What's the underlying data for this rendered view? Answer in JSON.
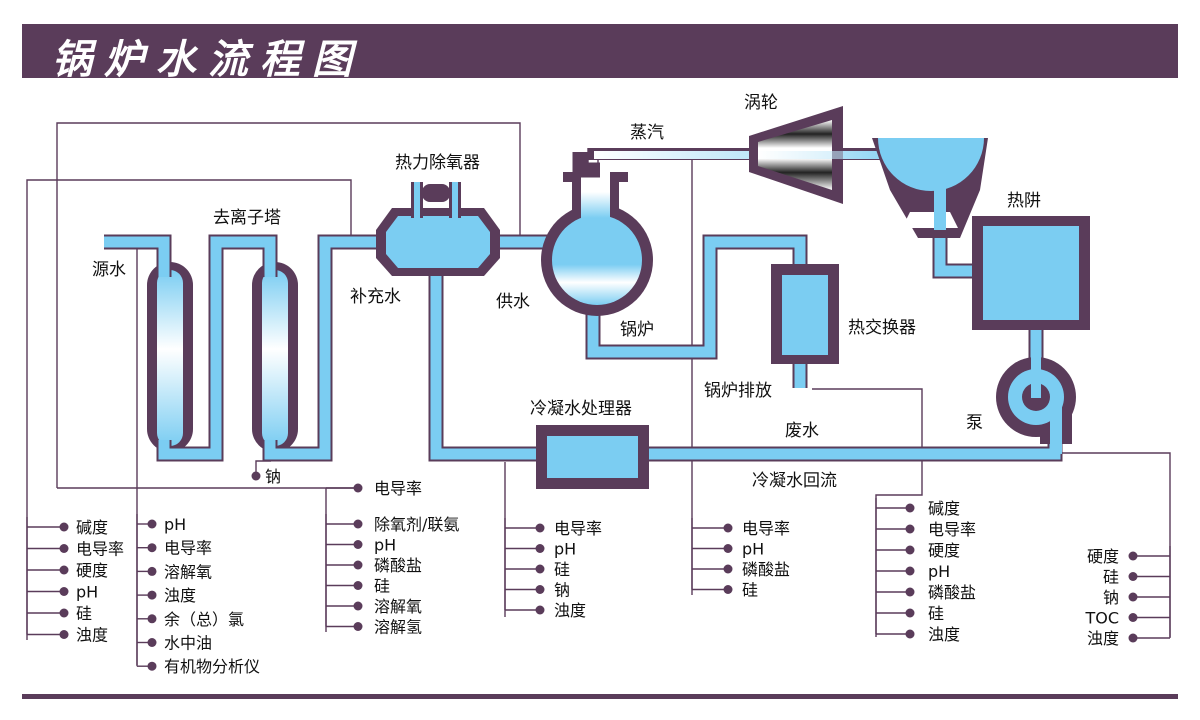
{
  "title": "锅炉水流程图",
  "colors": {
    "frame": "#5a3c5a",
    "water": "#7bcdf2",
    "line": "#5a3c5a",
    "text": "#111111"
  },
  "components": {
    "source_water": "源水",
    "deionizer": "去离子塔",
    "makeup_water": "补充水",
    "deaerator": "热力除氧器",
    "feed_water": "供水",
    "boiler": "锅炉",
    "steam": "蒸汽",
    "turbine": "涡轮",
    "hotwell": "热阱",
    "heat_exchanger": "热交换器",
    "boiler_blowdown": "锅炉排放",
    "waste_water": "废水",
    "pump": "泵",
    "condensate_polisher": "冷凝水处理器",
    "condensate_return": "冷凝水回流"
  },
  "monitor_points": {
    "deionizer_sodium": "钠",
    "deionizer_conductivity": "电导率",
    "source_water": [
      "碱度",
      "电导率",
      "硬度",
      "pH",
      "硅",
      "浊度"
    ],
    "pretreatment": [
      "pH",
      "电导率",
      "溶解氧",
      "浊度",
      "余（总）氯",
      "水中油",
      "有机物分析仪"
    ],
    "feed_water": [
      "除氧剂/联氨",
      "pH",
      "磷酸盐",
      "硅",
      "溶解氧",
      "溶解氢"
    ],
    "condensate_polisher": [
      "电导率",
      "pH",
      "硅",
      "钠",
      "浊度"
    ],
    "boiler": [
      "电导率",
      "pH",
      "磷酸盐",
      "硅"
    ],
    "blowdown": [
      "碱度",
      "电导率",
      "硬度",
      "pH",
      "磷酸盐",
      "硅",
      "浊度"
    ],
    "condensate_return": [
      "硬度",
      "硅",
      "钠",
      "TOC",
      "浊度"
    ]
  }
}
